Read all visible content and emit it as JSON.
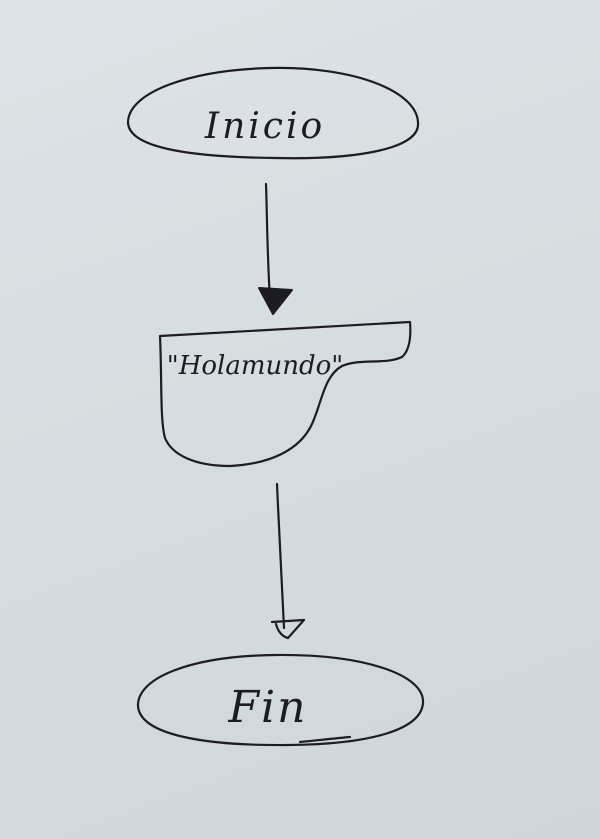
{
  "diagram": {
    "nodes": [
      {
        "id": "start",
        "shape": "terminal-oval",
        "label": "Inicio"
      },
      {
        "id": "output",
        "shape": "document-display",
        "label": "\"Holamundo\""
      },
      {
        "id": "end",
        "shape": "terminal-oval",
        "label": "Fin"
      }
    ],
    "edges": [
      {
        "from": "start",
        "to": "output",
        "arrowhead": "filled"
      },
      {
        "from": "output",
        "to": "end",
        "arrowhead": "open"
      }
    ],
    "colors": {
      "ink": "#1c1c22",
      "paper": "#d6dde0"
    }
  }
}
